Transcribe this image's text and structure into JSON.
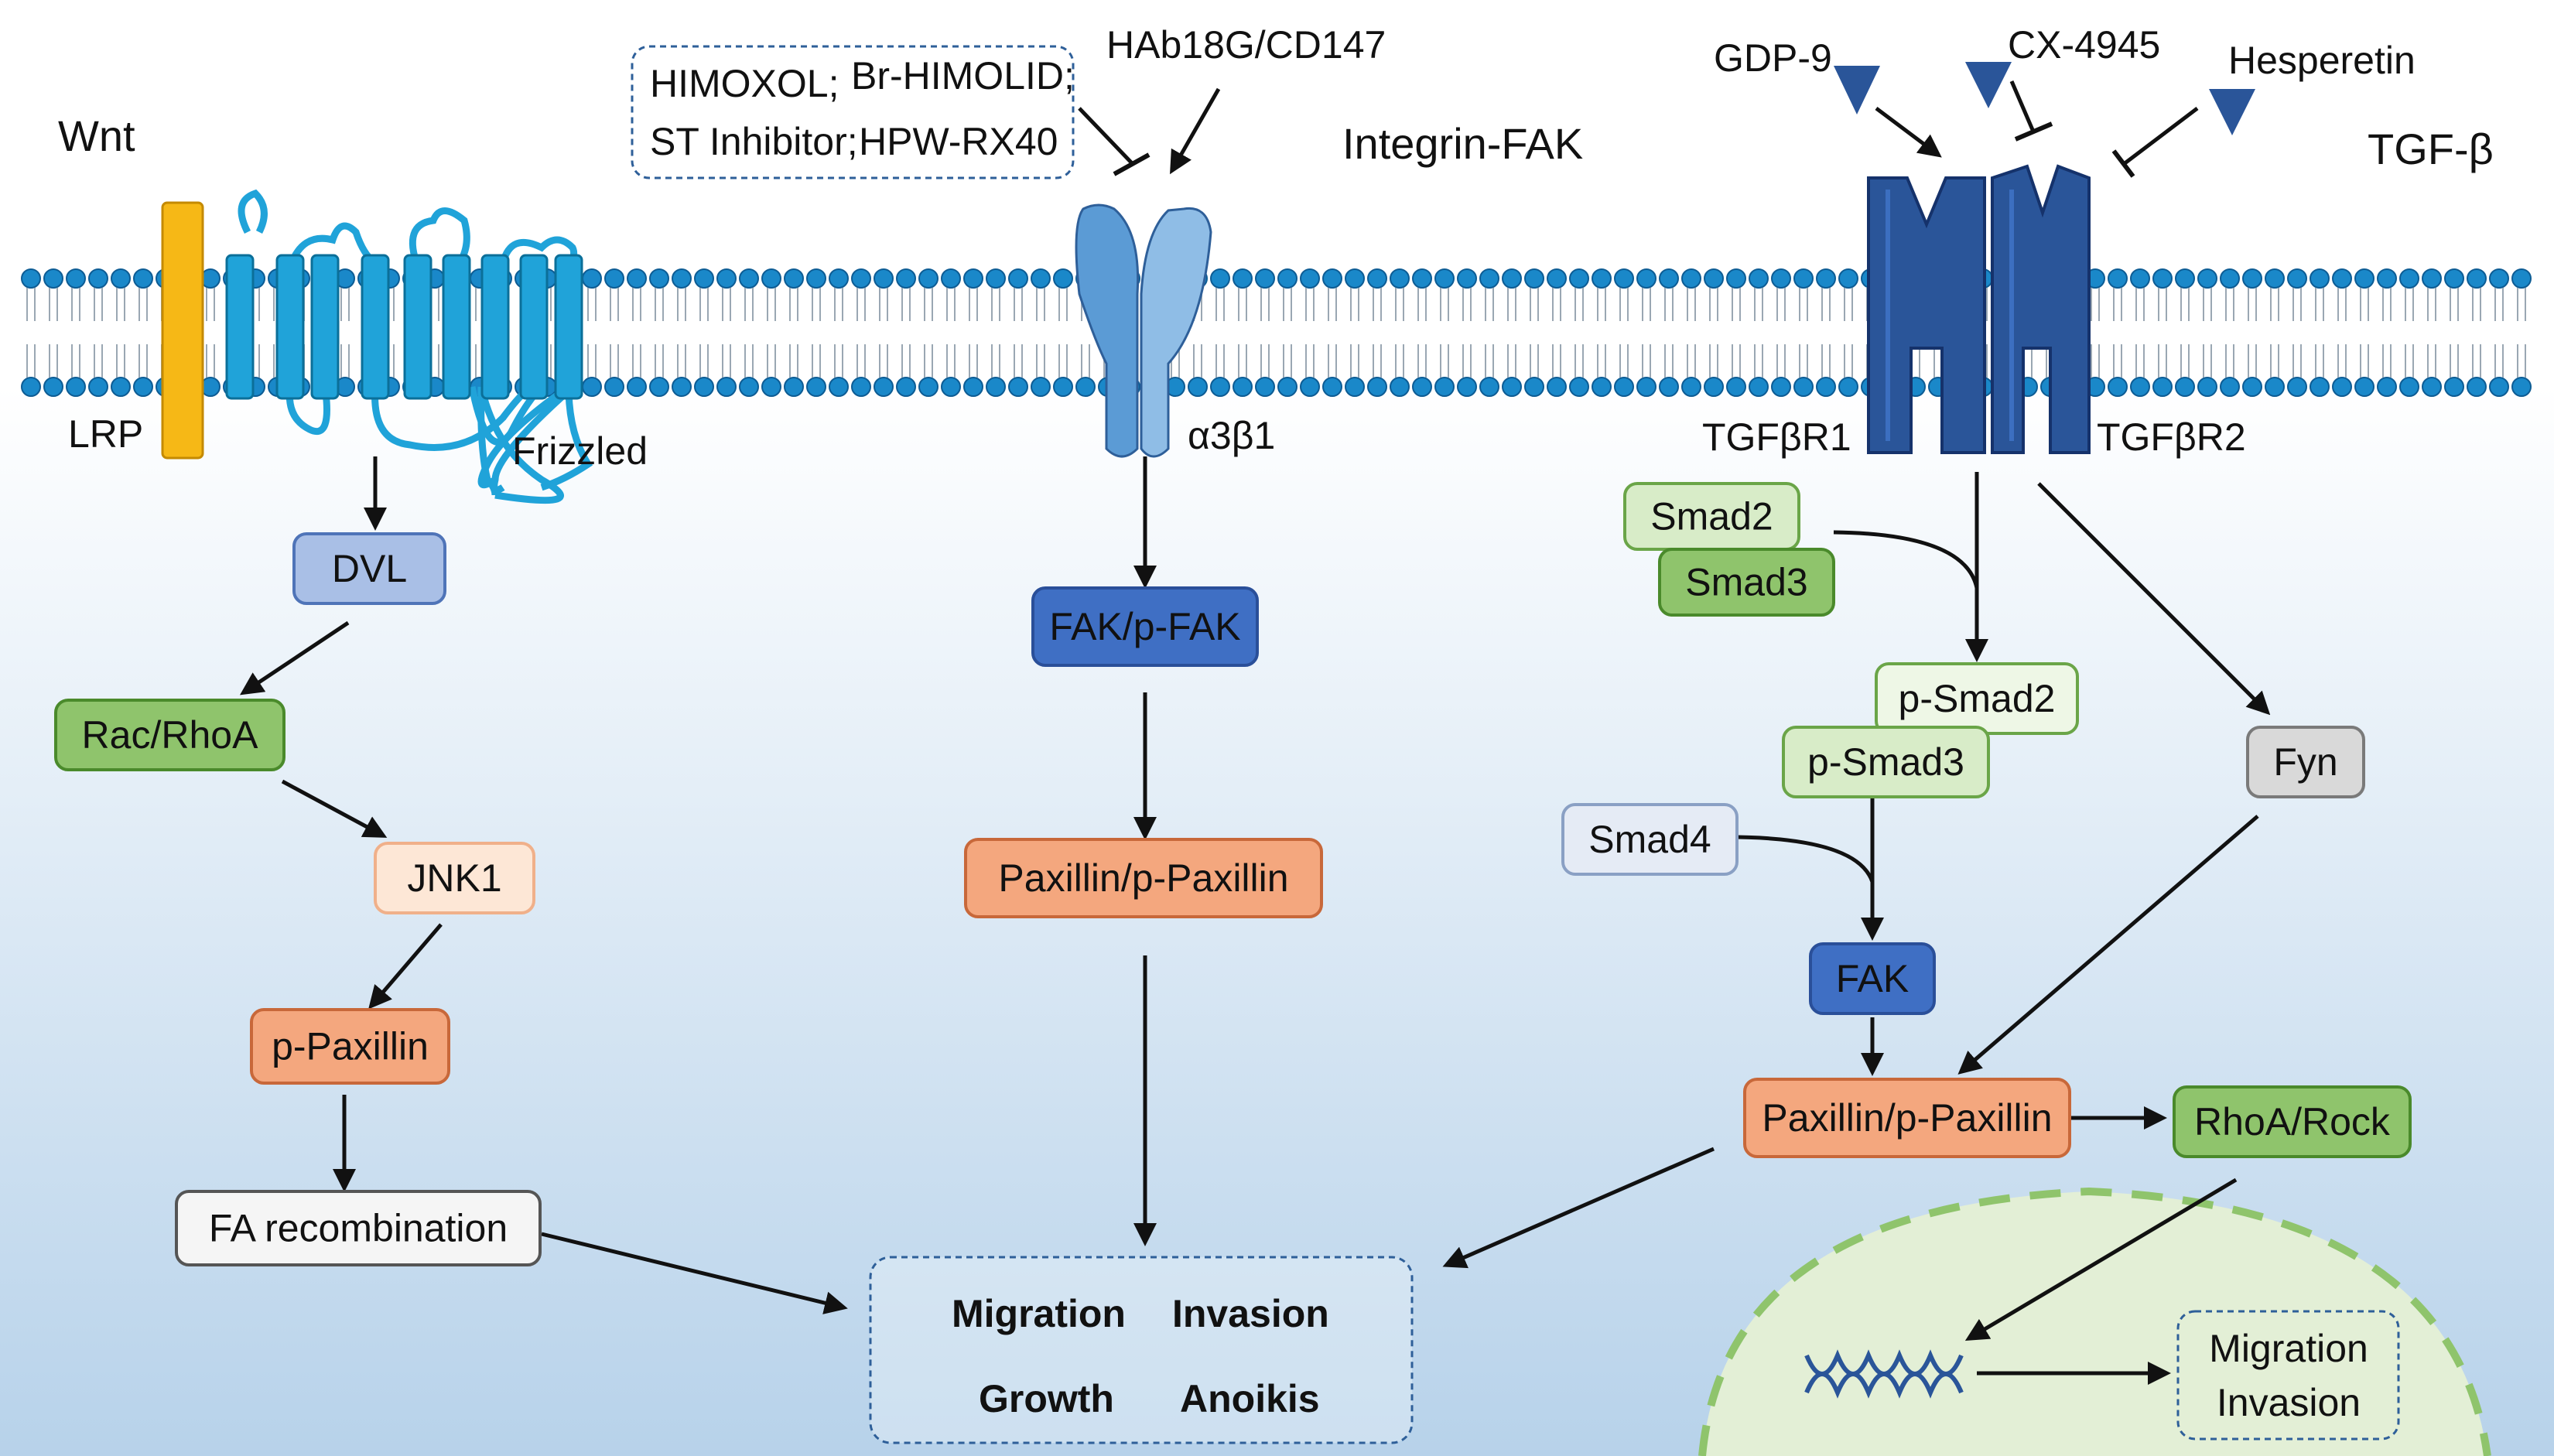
{
  "pathways": {
    "wnt": "Wnt",
    "integrin": "Integrin-FAK",
    "tgf": "TGF-β"
  },
  "receptors": {
    "lrp": "LRP",
    "frizzled": "Frizzled",
    "integrin": "α3β1",
    "tgfbr1": "TGFβR1",
    "tgfbr2": "TGFβR2"
  },
  "inhibitors": {
    "box_line1a": "HIMOXOL;",
    "box_line1b": "Br-HIMOLID;",
    "box_line2a": "ST Inhibitor;",
    "box_line2b": "HPW-RX40",
    "hab18g": "HAb18G/CD147",
    "gdp9": "GDP-9",
    "cx4945": "CX-4945",
    "hesperetin": "Hesperetin"
  },
  "nodes": {
    "dvl": "DVL",
    "rac_rhoa": "Rac/RhoA",
    "jnk1": "JNK1",
    "p_paxillin": "p-Paxillin",
    "fa_recombination": "FA recombination",
    "fak_pfak": "FAK/p-FAK",
    "paxillin_mid": "Paxillin/p-Paxillin",
    "smad2": "Smad2",
    "smad3": "Smad3",
    "p_smad2": "p-Smad2",
    "p_smad3": "p-Smad3",
    "smad4": "Smad4",
    "fak": "FAK",
    "fyn": "Fyn",
    "paxillin_right": "Paxillin/p-Paxillin",
    "rhoa_rock": "RhoA/Rock"
  },
  "outcomes": {
    "migration": "Migration",
    "invasion": "Invasion",
    "growth": "Growth",
    "anoikis": "Anoikis",
    "nuc_migration": "Migration",
    "nuc_invasion": "Invasion"
  },
  "colors": {
    "membrane_head": "#1a88c9",
    "receptor_blue": "#2a5599",
    "integrin_blue": "#5b9bd5",
    "frizzled": "#20a3d9",
    "lrp": "#f6b816",
    "box_green": "#8fc46c",
    "box_light_green": "#d8ecc8",
    "box_orange": "#f4a77e",
    "box_blue": "#3f6fc4",
    "nucleus": "#e3efd6"
  }
}
